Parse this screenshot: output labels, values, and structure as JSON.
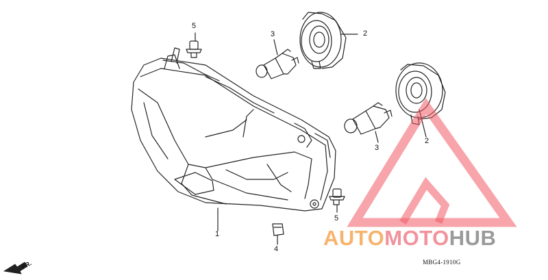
{
  "diagram": {
    "callouts": {
      "c1": "1",
      "c2a": "2",
      "c2b": "2",
      "c3a": "3",
      "c3b": "3",
      "c4": "4",
      "c5a": "5",
      "c5b": "5"
    },
    "direction_label": "FR.",
    "drawing_code": "MBG4-1910G"
  },
  "watermark": {
    "part1": "AUTO",
    "part2": "MOTO",
    "part3": "HUB",
    "colors": {
      "auto": "#f6b36d",
      "moto": "#f1929c",
      "hub": "#9a9a9a",
      "triangle": "#f05a64"
    }
  }
}
